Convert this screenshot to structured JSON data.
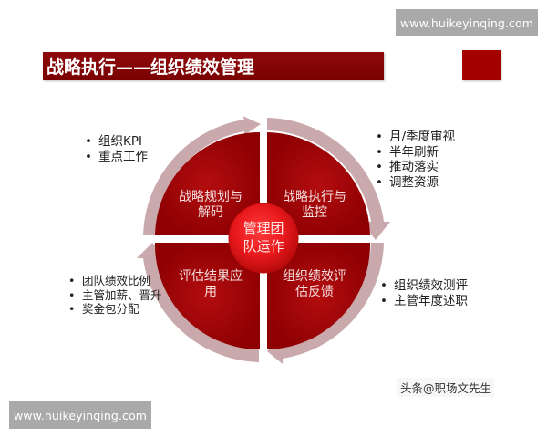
{
  "watermarks": {
    "top_right": "www.huikeyinqing.com",
    "bottom_left": "www.huikeyinqing.com"
  },
  "header": {
    "title": "战略执行——组织绩效管理"
  },
  "colors": {
    "title_bar": "#7a0000",
    "quadrant_fill": "#9b0000",
    "ring_gray": "#c9a9ab",
    "center_circle": "#e8191c",
    "watermark_bg": "#a9a9a9"
  },
  "diagram": {
    "center": {
      "label_line1": "管理团",
      "label_line2": "队运作"
    },
    "quadrants": [
      {
        "position": "top-left",
        "line1": "战略规划与",
        "line2": "解码"
      },
      {
        "position": "top-right",
        "line1": "战略执行与",
        "line2": "监控"
      },
      {
        "position": "bottom-right",
        "line1": "组织绩效评",
        "line2": "估反馈"
      },
      {
        "position": "bottom-left",
        "line1": "评估结果应",
        "line2": "用"
      }
    ]
  },
  "bullet_lists": {
    "top_left": [
      "组织KPI",
      "重点工作"
    ],
    "top_right": [
      "月/季度审视",
      "半年刷新",
      "推动落实",
      "调整资源"
    ],
    "bottom_right": [
      "组织绩效测评",
      "主管年度述职"
    ],
    "bottom_left": [
      "团队绩效比例",
      "主管加薪、晋升",
      "奖金包分配"
    ]
  },
  "credit": "头条@职场文先生"
}
